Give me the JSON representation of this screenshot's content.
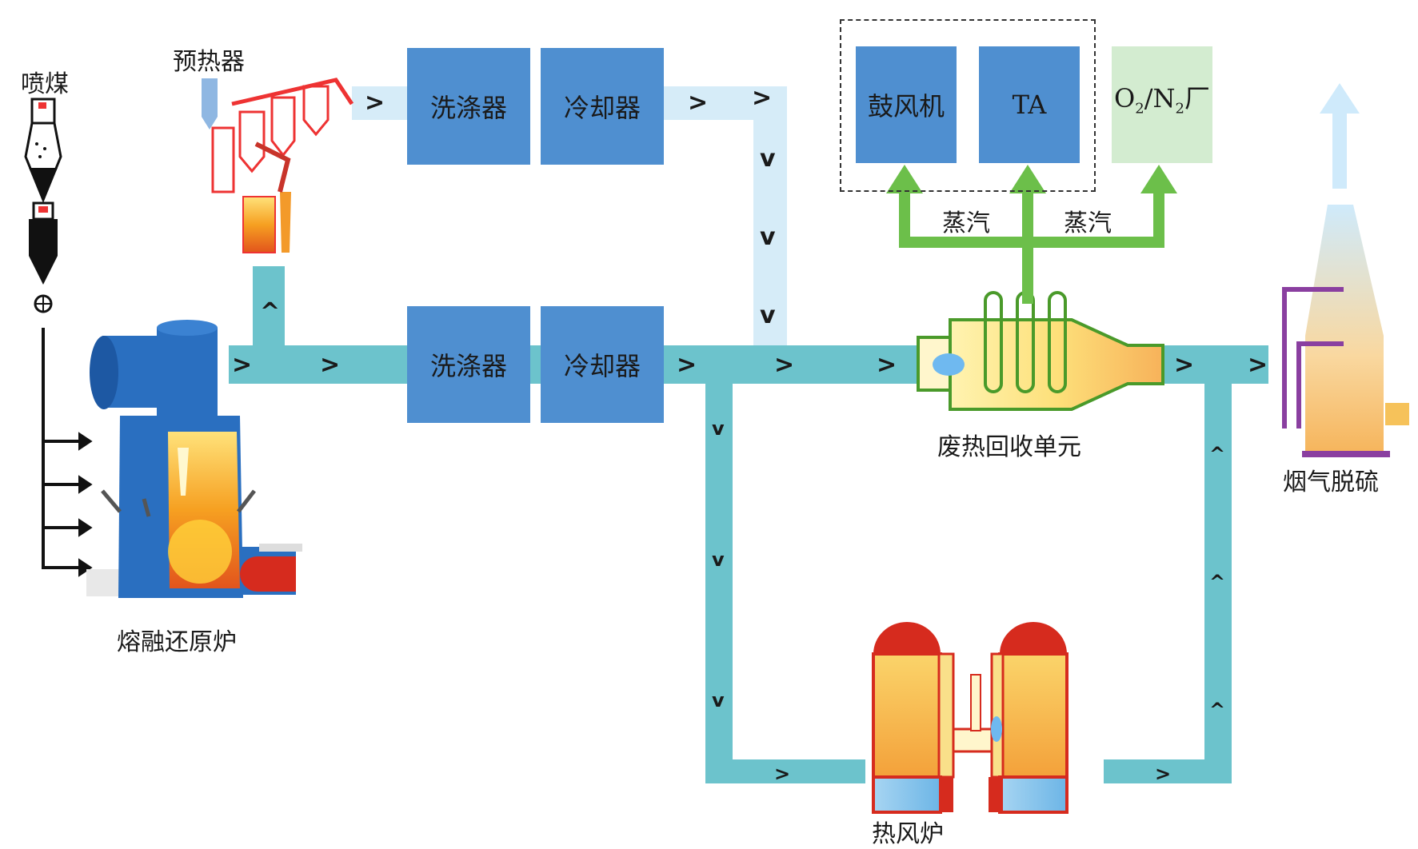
{
  "labels": {
    "coal_injection": "喷煤",
    "preheater": "预热器",
    "smelter": "熔融还原炉",
    "waste_heat_unit": "废热回收单元",
    "hot_stove": "热风炉",
    "fgd": "烟气脱硫",
    "steam_left": "蒸汽",
    "steam_right": "蒸汽"
  },
  "boxes": {
    "scrubber_top": "洗涤器",
    "cooler_top": "冷却器",
    "scrubber_mid": "洗涤器",
    "cooler_mid": "冷却器",
    "blower": "鼓风机",
    "ta": "TA",
    "o2n2_prefix": "O",
    "o2n2_sub1": "2",
    "o2n2_mid": "/N",
    "o2n2_sub2": "2",
    "o2n2_suffix": "厂"
  },
  "colors": {
    "pipe_main": "#6cc3cc",
    "pipe_light": "#d6ecf8",
    "box_blue": "#4f8fd0",
    "box_green": "#d3ecd0",
    "steam_arrow": "#6cbf4a",
    "furnace_blue": "#2a6fc0",
    "hot_orange": "#f5a623",
    "refractory_red": "#d62b1e",
    "stack_purple": "#8a3fa0"
  }
}
